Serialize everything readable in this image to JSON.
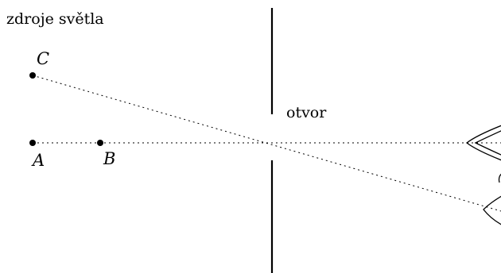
{
  "title": "zdroje světla",
  "aperture_label": "otvor",
  "points": {
    "A": "A",
    "B": "B",
    "C": "C"
  },
  "colors": {
    "ink": "#000000",
    "background": "#ffffff"
  }
}
